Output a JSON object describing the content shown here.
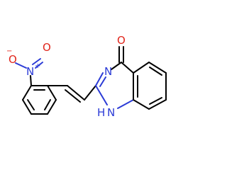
{
  "molecule": {
    "atoms": {
      "nitro_n": "N",
      "nitro_n_charge": "+",
      "nitro_o_minus": "O",
      "nitro_o_minus_charge": "−",
      "nitro_o_double": "O",
      "ring_n3": "N",
      "nh": "N",
      "nh_h": "H",
      "carbonyl_o": "O"
    },
    "colors": {
      "bond": "#000000",
      "nitrogen": "#2b3bd6",
      "oxygen": "#e1261c"
    }
  }
}
